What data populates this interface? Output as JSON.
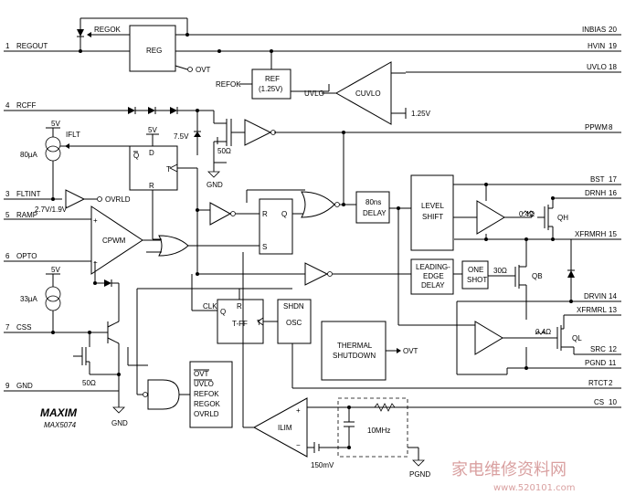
{
  "pins_left": [
    {
      "num": "1",
      "name": "REGOUT"
    },
    {
      "num": "4",
      "name": "RCFF"
    },
    {
      "num": "3",
      "name": "FLTINT"
    },
    {
      "num": "5",
      "name": "RAMP"
    },
    {
      "num": "6",
      "name": "OPTO"
    },
    {
      "num": "7",
      "name": "CSS"
    },
    {
      "num": "9",
      "name": "GND"
    }
  ],
  "pins_right": [
    {
      "num": "20",
      "name": "INBIAS"
    },
    {
      "num": "19",
      "name": "HVIN"
    },
    {
      "num": "18",
      "name": "UVLO"
    },
    {
      "num": "8",
      "name": "PPWM"
    },
    {
      "num": "17",
      "name": "BST"
    },
    {
      "num": "16",
      "name": "DRNH"
    },
    {
      "num": "15",
      "name": "XFRMRH"
    },
    {
      "num": "14",
      "name": "DRVIN"
    },
    {
      "num": "13",
      "name": "XFRMRL"
    },
    {
      "num": "12",
      "name": "SRC"
    },
    {
      "num": "11",
      "name": "PGND"
    },
    {
      "num": "2",
      "name": "RTCT"
    },
    {
      "num": "10",
      "name": "CS"
    }
  ],
  "blocks": {
    "reg": "REG",
    "ref_line1": "REF",
    "ref_line2": "(1.25V)",
    "cuvlo": "CUVLO",
    "cpwm": "CPWM",
    "delay_line1": "80ns",
    "delay_line2": "DELAY",
    "level_line1": "LEVEL",
    "level_line2": "SHIFT",
    "led_line1": "LEADING-",
    "led_line2": "EDGE",
    "led_line3": "DELAY",
    "oneshot_line1": "ONE",
    "oneshot_line2": "SHOT",
    "tff": "T-FF",
    "shdn": "SHDN",
    "osc": "OSC",
    "thermal_line1": "THERMAL",
    "thermal_line2": "SHUTDOWN",
    "ilim": "ILIM"
  },
  "labels": {
    "regok": "REGOK",
    "ovt": "OVT",
    "refok": "REFOK",
    "uvlo": "UVLO",
    "v125": "1.25V",
    "v5_top": "5V",
    "v5_ff": "5V",
    "v5_css": "5V",
    "v75": "7.5V",
    "r50_top": "50Ω",
    "gnd_top": "GND",
    "iflt": "IFLT",
    "i80ua": "80µA",
    "thresh": "2.7V/1.9V",
    "ovrld": "OVRLD",
    "i33ua": "33µA",
    "r50_css": "50Ω",
    "gnd_bottom": "GND",
    "ff_q": "Q",
    "ff_d": "D",
    "ff_t": "T",
    "ff_r": "R",
    "sr_r": "R",
    "sr_q": "Q",
    "sr_s": "S",
    "clk": "CLK",
    "tff_r": "R",
    "tff_q": "Q",
    "tff_t": "T",
    "r04_h": "0.4Ω",
    "qh": "QH",
    "r30": "30Ω",
    "qb": "QB",
    "r04_l": "0.4Ω",
    "ql": "QL",
    "f10mhz": "10MHz",
    "v150mv": "150mV",
    "pgnd": "PGND",
    "ovt_thermal": "OVT",
    "plus": "+",
    "minus": "−"
  },
  "fault_list": [
    "OVT",
    "UVLO",
    "REFOK",
    "REGOK",
    "OVRLD"
  ],
  "logo": "MAXIM",
  "part": "MAX5074",
  "watermark_cn": "家电维修资料网",
  "watermark_url": "www.520101.com"
}
